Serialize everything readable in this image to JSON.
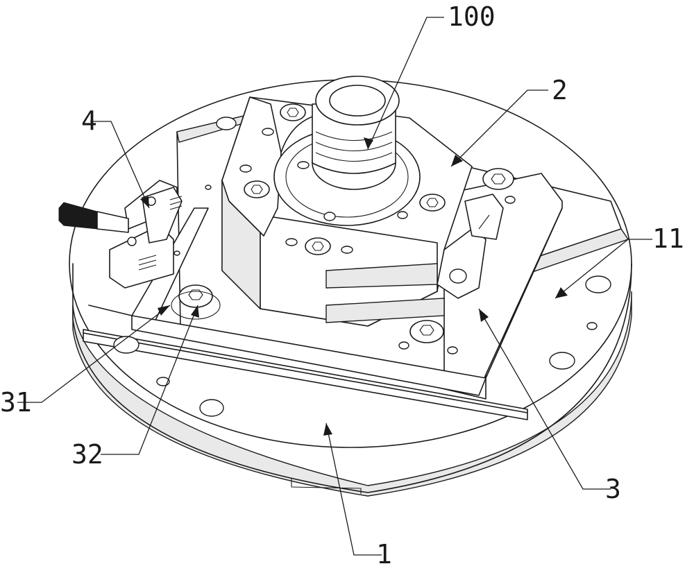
{
  "labels": {
    "l100": "100",
    "l2": "2",
    "l4": "4",
    "l11": "11",
    "l31": "31",
    "l32": "32",
    "l3": "3",
    "l1": "1"
  }
}
